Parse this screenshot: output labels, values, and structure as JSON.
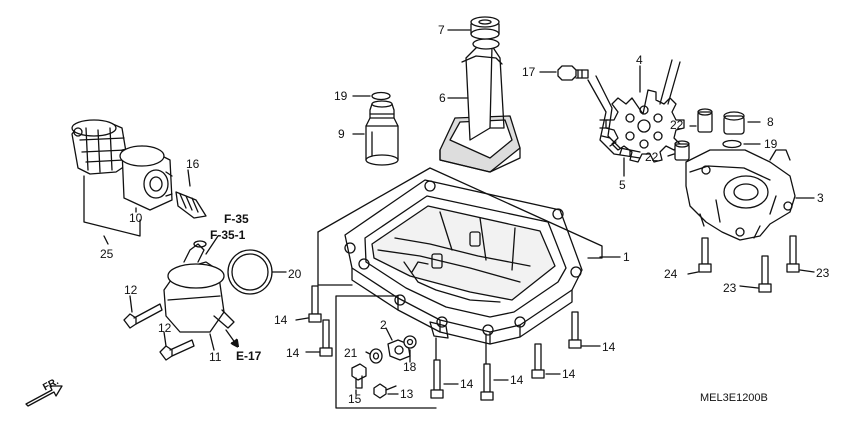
{
  "diagram_code": "MEL3E1200B",
  "direction_label": "FR.",
  "colors": {
    "line": "#111111",
    "fill": "#ffffff",
    "shade": "#d9d9d9"
  },
  "references": [
    "F-35",
    "F-35-1",
    "E-17"
  ],
  "callouts": [
    "1",
    "2",
    "3",
    "4",
    "5",
    "6",
    "7",
    "8",
    "9",
    "10",
    "11",
    "12",
    "12",
    "13",
    "14",
    "14",
    "14",
    "14",
    "14",
    "14",
    "15",
    "16",
    "17",
    "18",
    "19",
    "19",
    "20",
    "21",
    "22",
    "22",
    "23",
    "23",
    "24",
    "25"
  ]
}
